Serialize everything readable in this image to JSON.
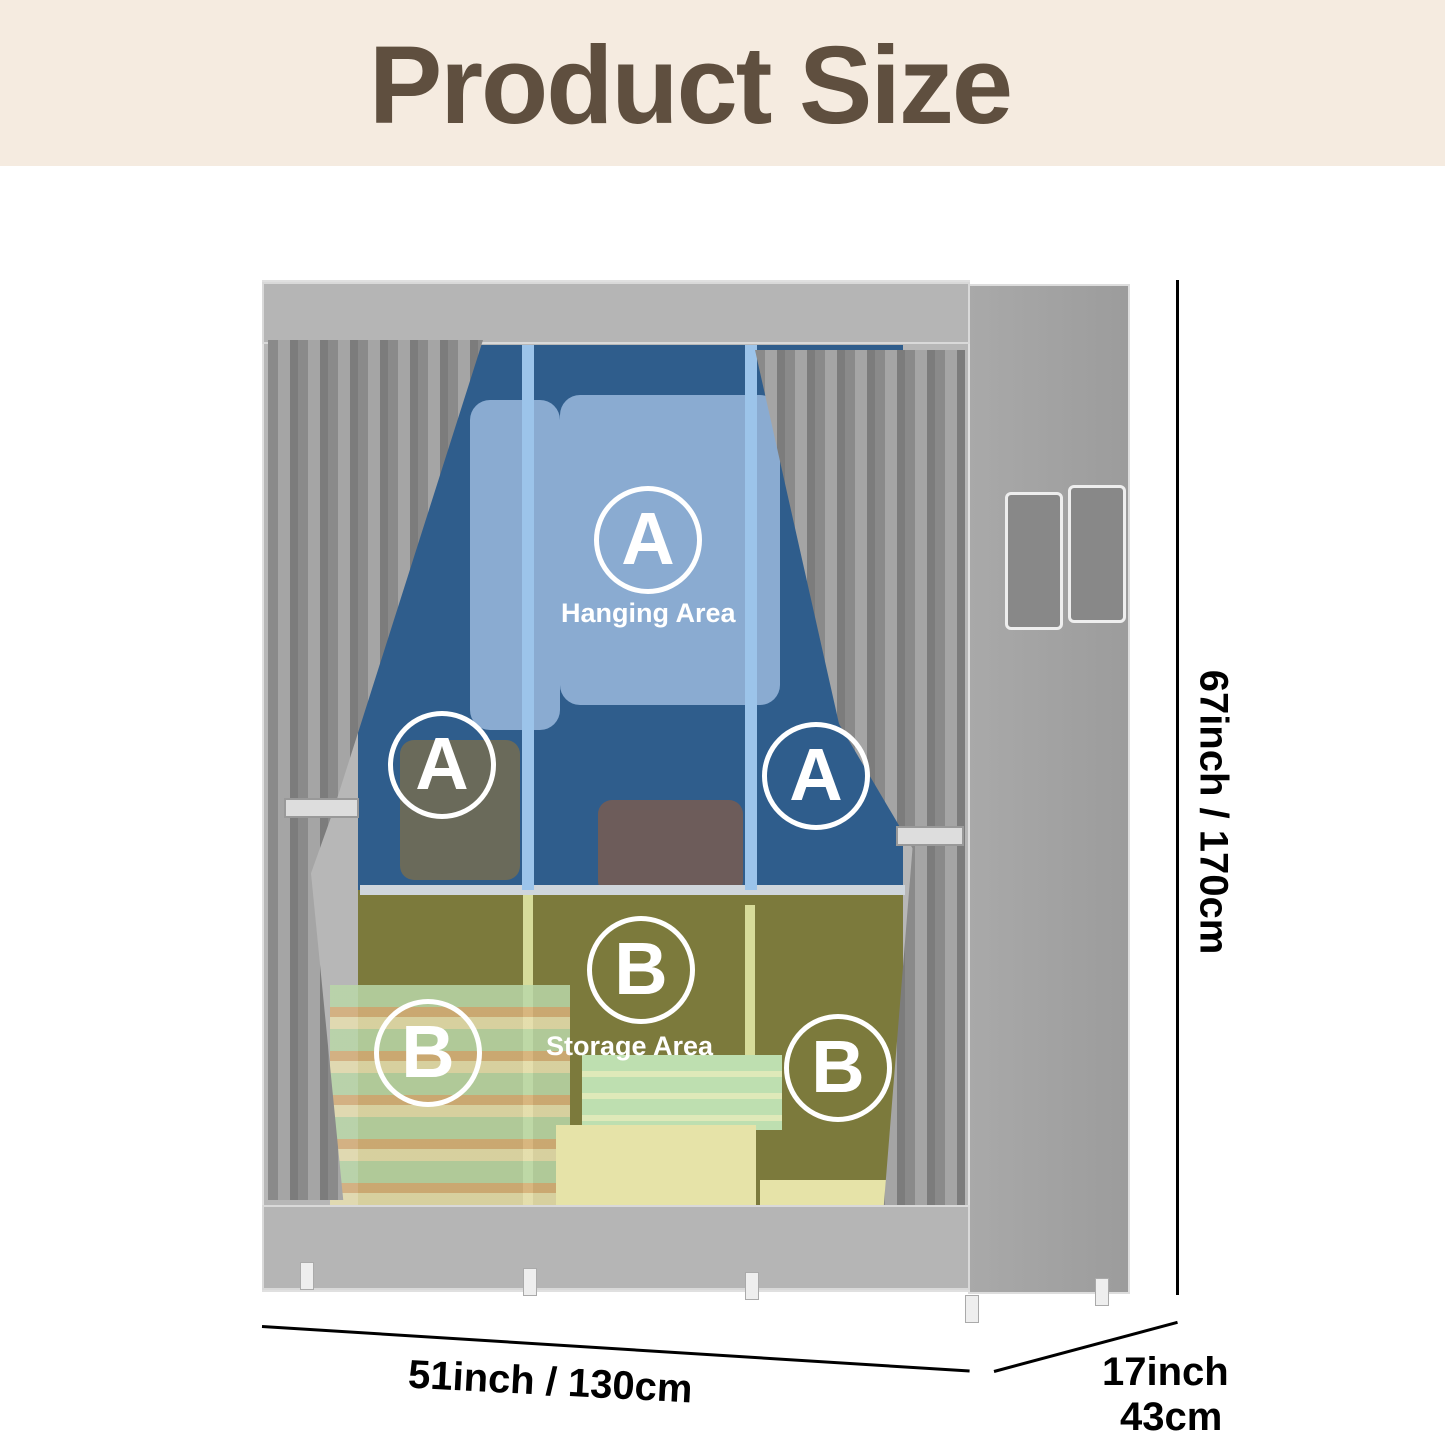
{
  "title": "Product Size",
  "zones": {
    "hanging_marker": "A",
    "storage_marker": "B",
    "hanging_label": "Hanging Area",
    "storage_label": "Storage Area"
  },
  "dimensions": {
    "height": "67inch / 170cm",
    "width": "51inch / 130cm",
    "depth_inch": "17inch",
    "depth_cm": "43cm"
  },
  "colors": {
    "header_bg": "#f5ebe0",
    "title": "#5f4f3f",
    "hanging_zone": "#2f5d8c",
    "storage_zone": "#7c7a3c"
  }
}
